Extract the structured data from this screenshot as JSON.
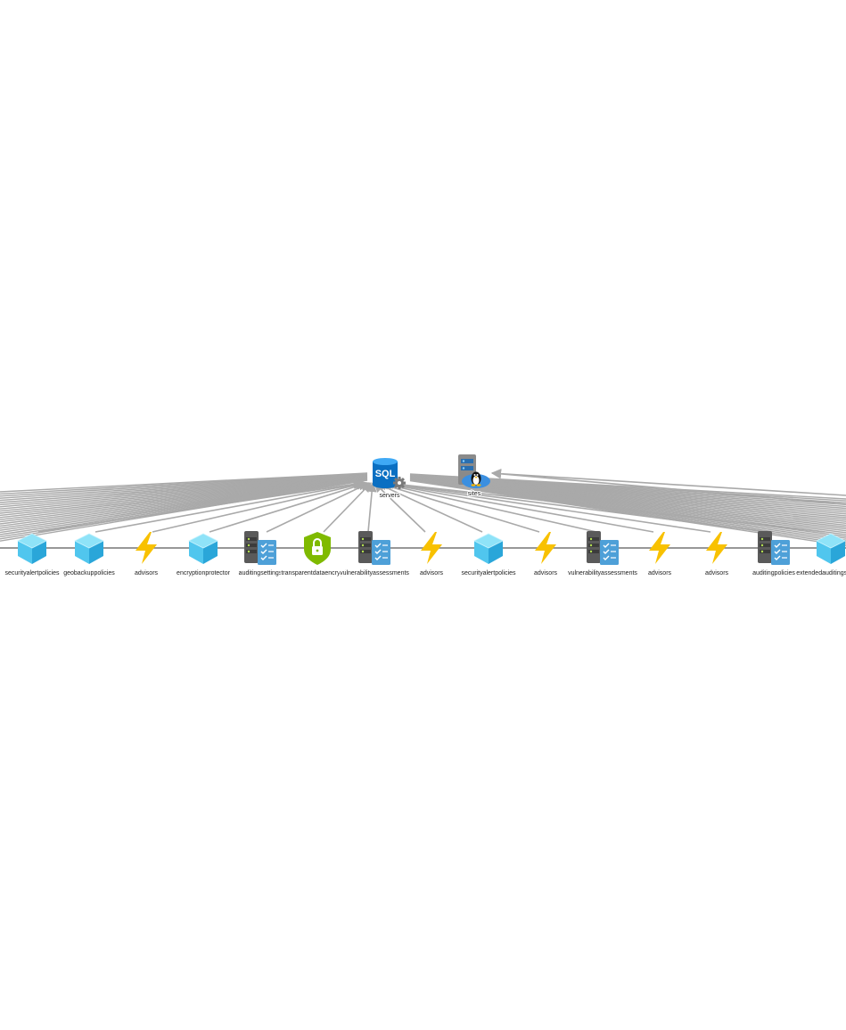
{
  "diagram": {
    "type": "resource-dependency-graph",
    "colors": {
      "edge": "#a9a9a9",
      "baseline": "#777777",
      "cube_light": "#8fe3f8",
      "cube_mid": "#50c6ee",
      "cube_dark": "#2aa6d9",
      "bolt": "#f8c100",
      "shield": "#7fba00",
      "server_dark": "#5a5a5a",
      "clipboard": "#4ea0d8",
      "sql_blue": "#0a6fc2",
      "gear": "#7a7a7a"
    },
    "hubs": [
      {
        "id": "sql-server",
        "icon": "sql-server-icon",
        "label": "servers"
      },
      {
        "id": "linux-vm",
        "icon": "linux-server-icon",
        "label": "sites"
      }
    ],
    "children": [
      {
        "icon": "cube-icon",
        "label": "securityalertpolicies"
      },
      {
        "icon": "cube-icon",
        "label": "geobackuppolicies"
      },
      {
        "icon": "bolt-icon",
        "label": "advisors"
      },
      {
        "icon": "cube-icon",
        "label": "encryptionprotector"
      },
      {
        "icon": "audit-server-icon",
        "label": "auditingsettings"
      },
      {
        "icon": "shield-lock-icon",
        "label": "transparentdataencryption"
      },
      {
        "icon": "audit-server-icon",
        "label": "vulnerabilityassessments"
      },
      {
        "icon": "bolt-icon",
        "label": "advisors"
      },
      {
        "icon": "cube-icon",
        "label": "securityalertpolicies"
      },
      {
        "icon": "bolt-icon",
        "label": "advisors"
      },
      {
        "icon": "audit-server-icon",
        "label": "vulnerabilityassessments"
      },
      {
        "icon": "bolt-icon",
        "label": "advisors"
      },
      {
        "icon": "bolt-icon",
        "label": "advisors"
      },
      {
        "icon": "audit-server-icon",
        "label": "auditingpolicies"
      },
      {
        "icon": "cube-icon",
        "label": "extendedauditingsettings"
      }
    ]
  }
}
